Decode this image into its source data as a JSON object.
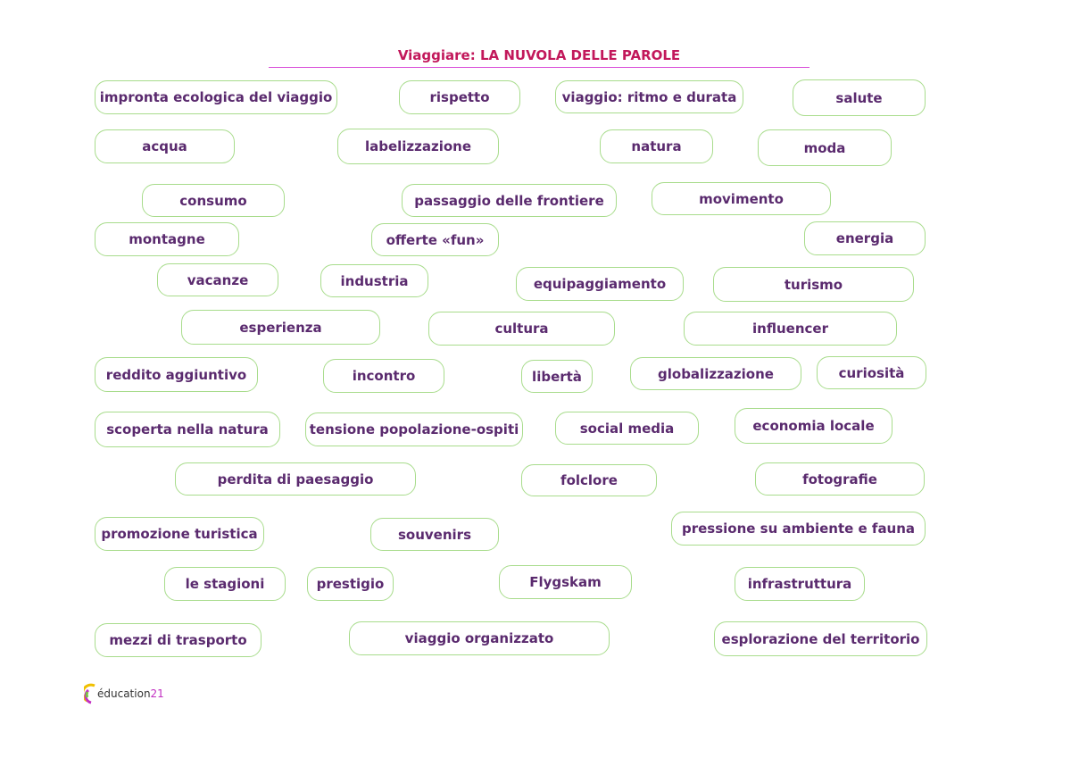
{
  "title": "Viaggiare: LA NUVOLA DELLE PAROLE",
  "words": [
    "impronta ecologica del viaggio",
    "rispetto",
    "viaggio: ritmo e durata",
    "salute",
    "acqua",
    "labelizzazione",
    "natura",
    "moda",
    "consumo",
    "passaggio delle frontiere",
    "movimento",
    "montagne",
    "offerte «fun»",
    "energia",
    "vacanze",
    "industria",
    "equipaggiamento",
    "turismo",
    "esperienza",
    "cultura",
    "influencer",
    "reddito aggiuntivo",
    "incontro",
    "libertà",
    "globalizzazione",
    "curiosità",
    "scoperta nella natura",
    "tensione popolazione-ospiti",
    "social media",
    "economia locale",
    "perdita di paesaggio",
    "folclore",
    "fotografie",
    "promozione turistica",
    "souvenirs",
    "pressione su ambiente e fauna",
    "le stagioni",
    "prestigio",
    "Flygskam",
    "infrastruttura",
    "mezzi di trasporto",
    "viaggio organizzato",
    "esplorazione del territorio"
  ],
  "logo": {
    "text": "éducation",
    "number": "21"
  },
  "colors": {
    "title": "#c2185b",
    "text": "#5a2a6e",
    "border": "#a8dc8c"
  }
}
